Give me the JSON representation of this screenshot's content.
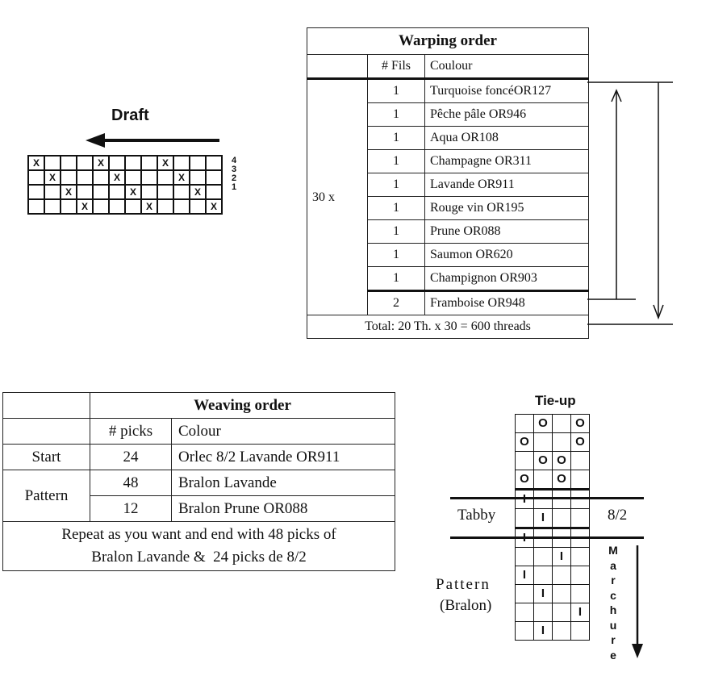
{
  "draft": {
    "title": "Draft",
    "mark": "X",
    "rows": [
      [
        1,
        0,
        0,
        0,
        1,
        0,
        0,
        0,
        1,
        0,
        0,
        0
      ],
      [
        0,
        1,
        0,
        0,
        0,
        1,
        0,
        0,
        0,
        1,
        0,
        0
      ],
      [
        0,
        0,
        1,
        0,
        0,
        0,
        1,
        0,
        0,
        0,
        1,
        0
      ],
      [
        0,
        0,
        0,
        1,
        0,
        0,
        0,
        1,
        0,
        0,
        0,
        1
      ]
    ],
    "shafts": [
      "4",
      "3",
      "2",
      "1"
    ]
  },
  "warping": {
    "title": "Warping order",
    "col_fils": "# Fils",
    "col_colour": "Coulour",
    "repeat": "30 x",
    "rows": [
      {
        "fils": "1",
        "colour": "Turquoise foncéOR127"
      },
      {
        "fils": "1",
        "colour": "Pêche pâle OR946"
      },
      {
        "fils": "1",
        "colour": "Aqua OR108"
      },
      {
        "fils": "1",
        "colour": "Champagne OR311"
      },
      {
        "fils": "1",
        "colour": "Lavande OR911"
      },
      {
        "fils": "1",
        "colour": "Rouge vin OR195"
      },
      {
        "fils": "1",
        "colour": "Prune OR088"
      },
      {
        "fils": "1",
        "colour": "Saumon OR620"
      },
      {
        "fils": "1",
        "colour": "Champignon OR903"
      },
      {
        "fils": "2",
        "colour": "Framboise OR948"
      }
    ],
    "total": "Total: 20 Th. x 30 = 600 threads"
  },
  "weaving": {
    "title": "Weaving order",
    "col_picks": "# picks",
    "col_colour": "Colour",
    "start_label": "Start",
    "start_picks": "24",
    "start_colour": "Orlec 8/2 Lavande OR911",
    "pattern_label": "Pattern",
    "pattern_rows": [
      {
        "picks": "48",
        "colour": "Bralon Lavande"
      },
      {
        "picks": "12",
        "colour": "Bralon Prune OR088"
      }
    ],
    "note_line1": "Repeat as you want and end with 48 picks of",
    "note_line2": "Bralon Lavande &  24 picks de 8/2"
  },
  "tieup": {
    "title": "Tie-up",
    "tie_rows": [
      [
        "",
        "O",
        "",
        "O"
      ],
      [
        "O",
        "",
        "",
        "O"
      ],
      [
        "",
        "O",
        "O",
        ""
      ],
      [
        "O",
        "",
        "O",
        ""
      ]
    ],
    "tabby_rows": [
      [
        "I",
        "",
        "",
        ""
      ],
      [
        "",
        "I",
        "",
        ""
      ]
    ],
    "pattern_rows": [
      [
        "I",
        "",
        "",
        ""
      ],
      [
        "",
        "",
        "I",
        ""
      ],
      [
        "I",
        "",
        "",
        ""
      ],
      [
        "",
        "I",
        "",
        ""
      ],
      [
        "",
        "",
        "",
        "I"
      ],
      [
        "",
        "I",
        "",
        ""
      ]
    ],
    "tabby_label": "Tabby",
    "tabby_yarn": "8/2",
    "pattern_label": "Pattern",
    "pattern_yarn": "(Bralon)",
    "marchure_letters": [
      "M",
      "a",
      "r",
      "c",
      "h",
      "u",
      "r",
      "e"
    ]
  }
}
